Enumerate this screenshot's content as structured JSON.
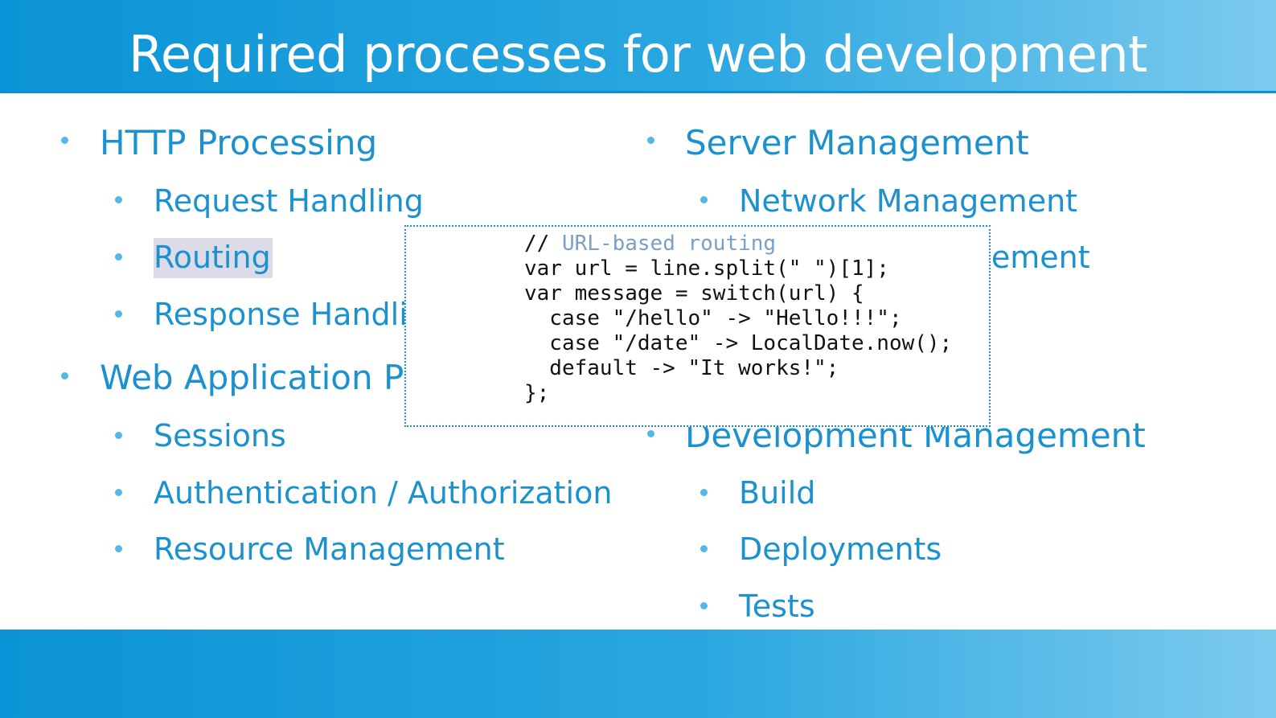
{
  "slide": {
    "title": "Required processes for web development"
  },
  "left_column": {
    "sections": [
      {
        "heading": "HTTP Processing",
        "items": [
          "Request Handling",
          "Routing",
          "Response Handling"
        ]
      },
      {
        "heading": "Web Application Processing",
        "items": [
          "Sessions",
          "Authentication / Authorization",
          "Resource Management"
        ]
      }
    ],
    "highlighted_item": "Routing"
  },
  "right_column": {
    "sections": [
      {
        "heading": "Server Management",
        "items": [
          "Network Management",
          "Resource Management"
        ]
      },
      {
        "heading": "Development Management",
        "items": [
          "Build",
          "Deployments",
          "Tests"
        ]
      }
    ]
  },
  "code_popup": {
    "comment_prefix": "// ",
    "comment_text": "URL-based routing",
    "lines": [
      "var url = line.split(\" \")[1];",
      "var message = switch(url) {",
      "  case \"/hello\" -> \"Hello!!!\";",
      "  case \"/date\" -> LocalDate.now();",
      "  default -> \"It works!\";",
      "};"
    ]
  },
  "colors": {
    "accent_blue": "#1b92cf",
    "bullet_blue": "#52b9e6",
    "header_gradient_start": "#0a93d6",
    "header_gradient_end": "#7ccaee",
    "highlight_gray": "#dcdce8",
    "code_comment": "#7aa0c6"
  }
}
